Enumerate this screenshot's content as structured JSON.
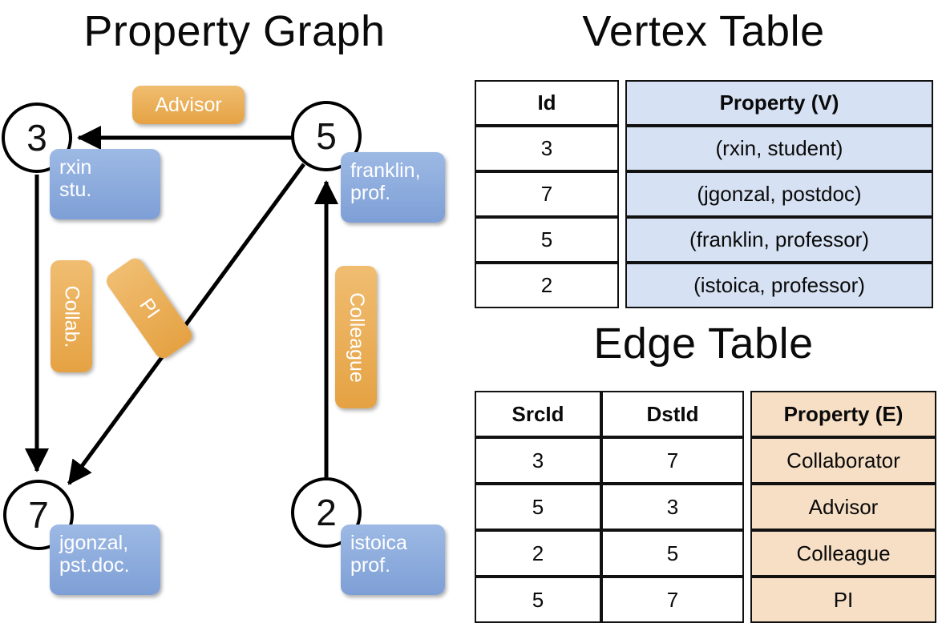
{
  "titles": {
    "graph": "Property Graph",
    "vertex": "Vertex Table",
    "edge": "Edge Table"
  },
  "graph": {
    "nodes": [
      {
        "id": "3",
        "property": "rxin\nstu."
      },
      {
        "id": "5",
        "property": "franklin,\nprof."
      },
      {
        "id": "7",
        "property": "jgonzal,\npst.doc."
      },
      {
        "id": "2",
        "property": "istoica\nprof."
      }
    ],
    "node_labels": {
      "n3": "3",
      "n5": "5",
      "n7": "7",
      "n2": "2"
    },
    "node_props": {
      "p3_line1": "rxin",
      "p3_line2": "stu.",
      "p5_line1": "franklin,",
      "p5_line2": "prof.",
      "p7_line1": "jgonzal,",
      "p7_line2": "pst.doc.",
      "p2_line1": "istoica",
      "p2_line2": "prof."
    },
    "edge_labels": {
      "advisor": "Advisor",
      "collab": "Collab.",
      "pi": "PI",
      "colleague": "Colleague"
    },
    "edges": [
      {
        "from": "5",
        "to": "3",
        "label": "Advisor"
      },
      {
        "from": "3",
        "to": "7",
        "label": "Collab."
      },
      {
        "from": "5",
        "to": "7",
        "label": "PI"
      },
      {
        "from": "2",
        "to": "5",
        "label": "Colleague"
      }
    ]
  },
  "vertex_table": {
    "headers": [
      "Id",
      "Property (V)"
    ],
    "rows": [
      {
        "id": "3",
        "property": "(rxin, student)"
      },
      {
        "id": "7",
        "property": "(jgonzal, postdoc)"
      },
      {
        "id": "5",
        "property": "(franklin, professor)"
      },
      {
        "id": "2",
        "property": "(istoica, professor)"
      }
    ]
  },
  "edge_table": {
    "headers": [
      "SrcId",
      "DstId",
      "Property (E)"
    ],
    "rows": [
      {
        "src": "3",
        "dst": "7",
        "property": "Collaborator"
      },
      {
        "src": "5",
        "dst": "3",
        "property": "Advisor"
      },
      {
        "src": "2",
        "dst": "5",
        "property": "Colleague"
      },
      {
        "src": "5",
        "dst": "7",
        "property": "PI"
      }
    ]
  },
  "colors": {
    "vertex_fill": "#D6E1F3",
    "edge_fill": "#F7DFC6",
    "node_property_box": "#8AA9DC",
    "edge_label_box": "#E8A745",
    "border": "#111111",
    "background": "#FFFFFF"
  }
}
